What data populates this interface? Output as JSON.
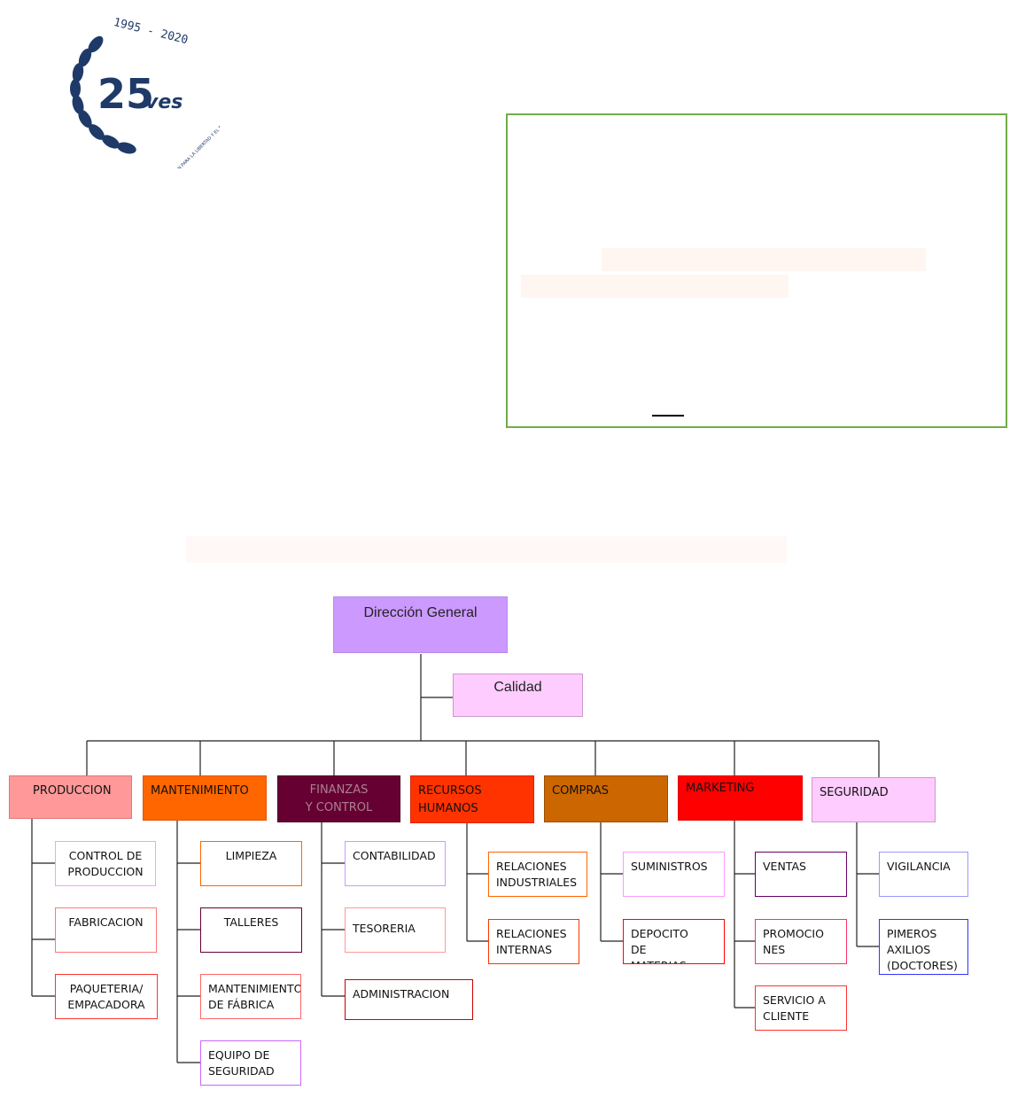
{
  "logo": {
    "years": "1995 - 2020",
    "mark": "25",
    "brand": "ves",
    "motto": "EDUCACIÓN PARA LA LIBERTAD Y EL PROGRESO"
  },
  "org": {
    "top": "Dirección General",
    "staff": "Calidad",
    "departments": [
      {
        "label": "PRODUCCION",
        "subs": [
          "CONTROL DE PRODUCCION",
          "FABRICACION",
          "PAQUETERIA/ EMPACADORA"
        ]
      },
      {
        "label": "MANTENIMIENTO",
        "subs": [
          "LIMPIEZA",
          "TALLERES",
          "MANTENIMIENTO DE FÁBRICA",
          "EQUIPO DE SEGURIDAD"
        ]
      },
      {
        "label": "FINANZAS Y CONTROL",
        "subs": [
          "CONTABILIDAD",
          "TESORERIA",
          "ADMINISTRACION"
        ]
      },
      {
        "label": "RECURSOS HUMANOS",
        "subs": [
          "RELACIONES INDUSTRIALES",
          "RELACIONES INTERNAS"
        ]
      },
      {
        "label": "COMPRAS",
        "subs": [
          "SUMINISTROS",
          "DEPOCITO DE MATERIAS"
        ]
      },
      {
        "label": "MARKETING",
        "subs": [
          "VENTAS",
          "PROMOCIONES",
          "SERVICIO A CLIENTE"
        ]
      },
      {
        "label": "SEGURIDAD",
        "subs": [
          "VIGILANCIA",
          "PIMEROS AXILIOS (DOCTORES)"
        ]
      }
    ]
  },
  "colors": {
    "top": "#cc99ff",
    "staff": "#ffccff",
    "info_border": "#70ad47",
    "produccion": "#ff9999",
    "mantenimiento": "#ff6600",
    "finanzas": "#660033",
    "recursos_humanos": "#ff3300",
    "compras": "#cc6600",
    "marketing": "#ff0000",
    "seguridad": "#ffccff"
  }
}
